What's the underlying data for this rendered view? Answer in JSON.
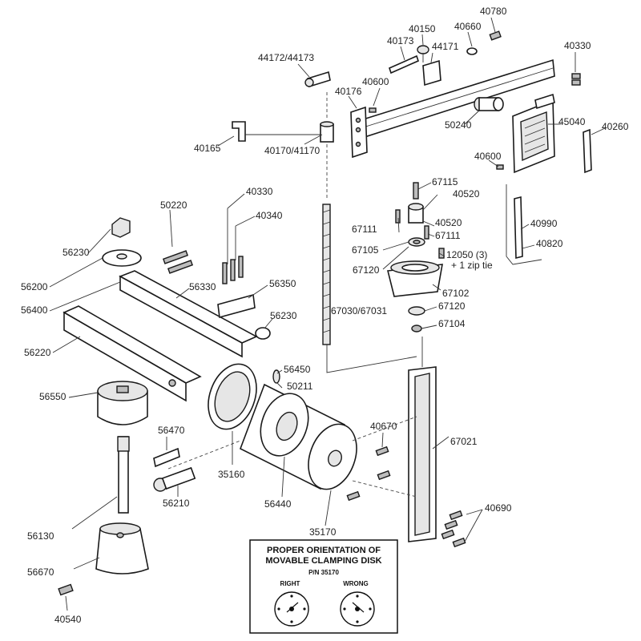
{
  "parts": [
    {
      "id": "p40780",
      "label": "40780"
    },
    {
      "id": "p40660",
      "label": "40660"
    },
    {
      "id": "p40150",
      "label": "40150"
    },
    {
      "id": "p40173",
      "label": "40173"
    },
    {
      "id": "p44171",
      "label": "44171"
    },
    {
      "id": "p44172",
      "label": "44172/44173"
    },
    {
      "id": "p40330a",
      "label": "40330"
    },
    {
      "id": "p40176",
      "label": "40176"
    },
    {
      "id": "p40600a",
      "label": "40600"
    },
    {
      "id": "p50240",
      "label": "50240"
    },
    {
      "id": "p45040",
      "label": "45040"
    },
    {
      "id": "p40260",
      "label": "40260"
    },
    {
      "id": "p40165",
      "label": "40165"
    },
    {
      "id": "p40170",
      "label": "40170/41170"
    },
    {
      "id": "p40600b",
      "label": "40600"
    },
    {
      "id": "p40330b",
      "label": "40330"
    },
    {
      "id": "p50220",
      "label": "50220"
    },
    {
      "id": "p40340",
      "label": "40340"
    },
    {
      "id": "p67115",
      "label": "67115"
    },
    {
      "id": "p40520a",
      "label": "40520"
    },
    {
      "id": "p40520b",
      "label": "40520"
    },
    {
      "id": "p67111a",
      "label": "67111"
    },
    {
      "id": "p67111b",
      "label": "67111"
    },
    {
      "id": "p67105",
      "label": "67105"
    },
    {
      "id": "p12050",
      "label": "12050 (3)"
    },
    {
      "id": "p12050b",
      "label": "+ 1 zip tie"
    },
    {
      "id": "p67120a",
      "label": "67120"
    },
    {
      "id": "p67102",
      "label": "67102"
    },
    {
      "id": "p67120b",
      "label": "67120"
    },
    {
      "id": "p67104",
      "label": "67104"
    },
    {
      "id": "p40990",
      "label": "40990"
    },
    {
      "id": "p40820",
      "label": "40820"
    },
    {
      "id": "p56230a",
      "label": "56230"
    },
    {
      "id": "p56200",
      "label": "56200"
    },
    {
      "id": "p56330",
      "label": "56330"
    },
    {
      "id": "p56350",
      "label": "56350"
    },
    {
      "id": "p56400",
      "label": "56400"
    },
    {
      "id": "p56230b",
      "label": "56230"
    },
    {
      "id": "p56220",
      "label": "56220"
    },
    {
      "id": "p67030",
      "label": "67030/67031"
    },
    {
      "id": "p56550",
      "label": "56550"
    },
    {
      "id": "p56450",
      "label": "56450"
    },
    {
      "id": "p50211",
      "label": "50211"
    },
    {
      "id": "p56470",
      "label": "56470"
    },
    {
      "id": "p40670",
      "label": "40670"
    },
    {
      "id": "p67021",
      "label": "67021"
    },
    {
      "id": "p35160",
      "label": "35160"
    },
    {
      "id": "p56210",
      "label": "56210"
    },
    {
      "id": "p56440",
      "label": "56440"
    },
    {
      "id": "p40690",
      "label": "40690"
    },
    {
      "id": "p35170",
      "label": "35170"
    },
    {
      "id": "p56130",
      "label": "56130"
    },
    {
      "id": "p56670",
      "label": "56670"
    },
    {
      "id": "p40540",
      "label": "40540"
    }
  ],
  "inset": {
    "title_line1": "PROPER ORIENTATION OF",
    "title_line2": "MOVABLE CLAMPING DISK",
    "part_no": "P/N 35170",
    "right_label": "RIGHT",
    "wrong_label": "WRONG"
  }
}
